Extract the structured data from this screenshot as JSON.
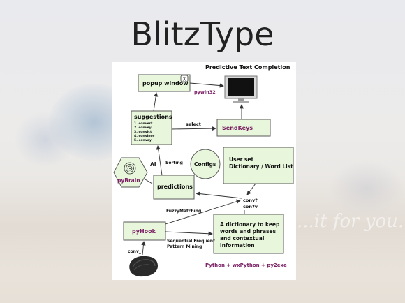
{
  "slide": {
    "title": "BlitzType",
    "watermark": "...it for you..."
  },
  "diagram": {
    "heading": "Predictive Text Completion",
    "popup": {
      "label": "popup window",
      "close_glyph": "X"
    },
    "pywin32": "pywin32",
    "suggestions": {
      "title": "suggestions",
      "items": [
        "1. convert",
        "2. convey",
        "3. convict",
        "4. convince",
        "5. convoy"
      ]
    },
    "select": "select",
    "sendkeys": "SendKeys",
    "ai": "AI",
    "sorting": "Sorting",
    "configs": "Configs",
    "userset": {
      "line1": "User set",
      "line2": "Dictionary / Word List"
    },
    "pybrain": "pyBrain",
    "predictions": "predictions",
    "conv1": "conv?",
    "conv2": "con?v",
    "fuzzy": "FuzzyMatching",
    "pyhook": "pyHook",
    "dict": {
      "lines": [
        "A dictionary to keep",
        "words and phrases",
        "and contextual",
        "information"
      ]
    },
    "seqmining": {
      "line1": "Sequential Frequent",
      "line2": "Pattern Mining"
    },
    "conv_under": "conv_",
    "footer": "Python + wxPython + py2exe"
  },
  "colors": {
    "box_fill": "#e8f7dc",
    "box_stroke": "#5a5a5a",
    "label_purple": "#7a1f63"
  },
  "icons": [
    "monitor-icon",
    "keyboard-icon",
    "brain-icon",
    "close-icon"
  ]
}
